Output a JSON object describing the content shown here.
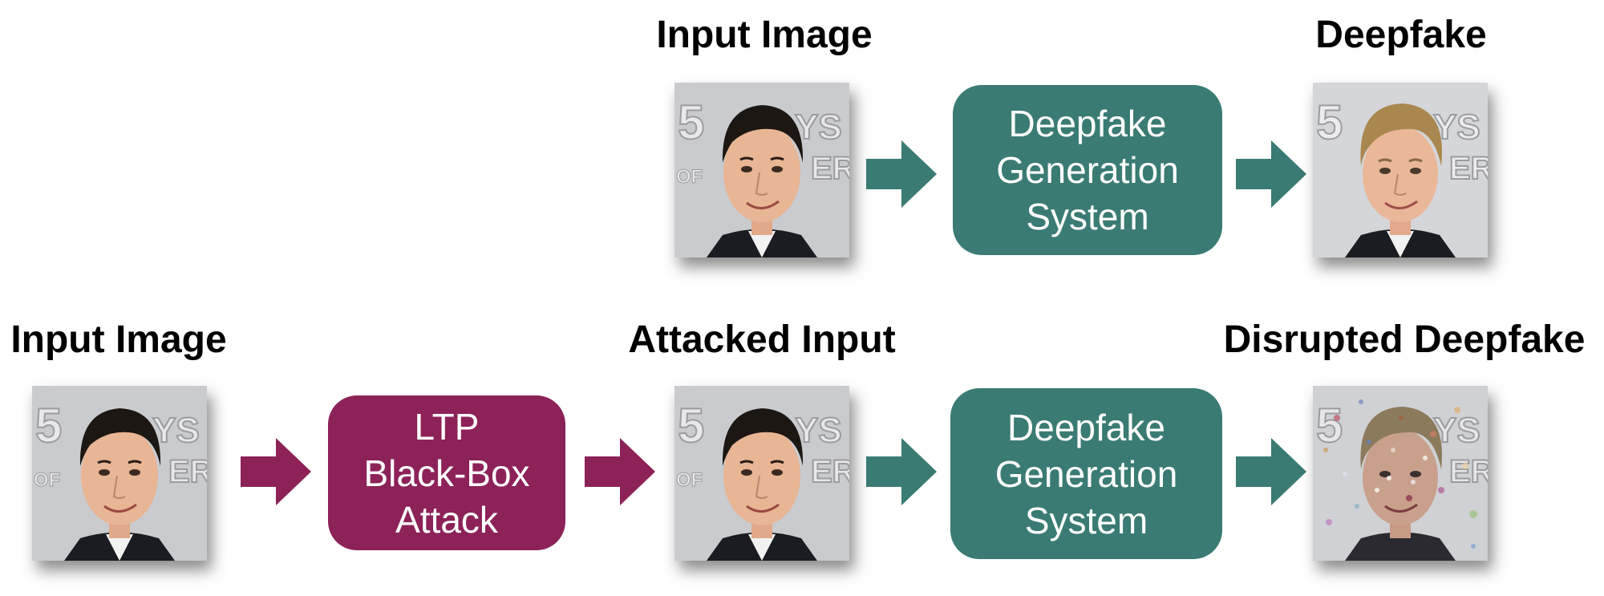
{
  "colors": {
    "teal": "#3a7b73",
    "maroon": "#8c2258",
    "text": "#000000"
  },
  "top_row": {
    "input_label": "Input Image",
    "output_label": "Deepfake",
    "generator": {
      "line1": "Deepfake",
      "line2": "Generation",
      "line3": "System"
    }
  },
  "bottom_row": {
    "input_label": "Input Image",
    "attacked_label": "Attacked Input",
    "output_label": "Disrupted Deepfake",
    "attack": {
      "line1": "LTP",
      "line2": "Black-Box",
      "line3": "Attack"
    },
    "generator": {
      "line1": "Deepfake",
      "line2": "Generation",
      "line3": "System"
    }
  },
  "icons": {
    "arrow": "right-arrow-icon",
    "face": "face-photo"
  }
}
